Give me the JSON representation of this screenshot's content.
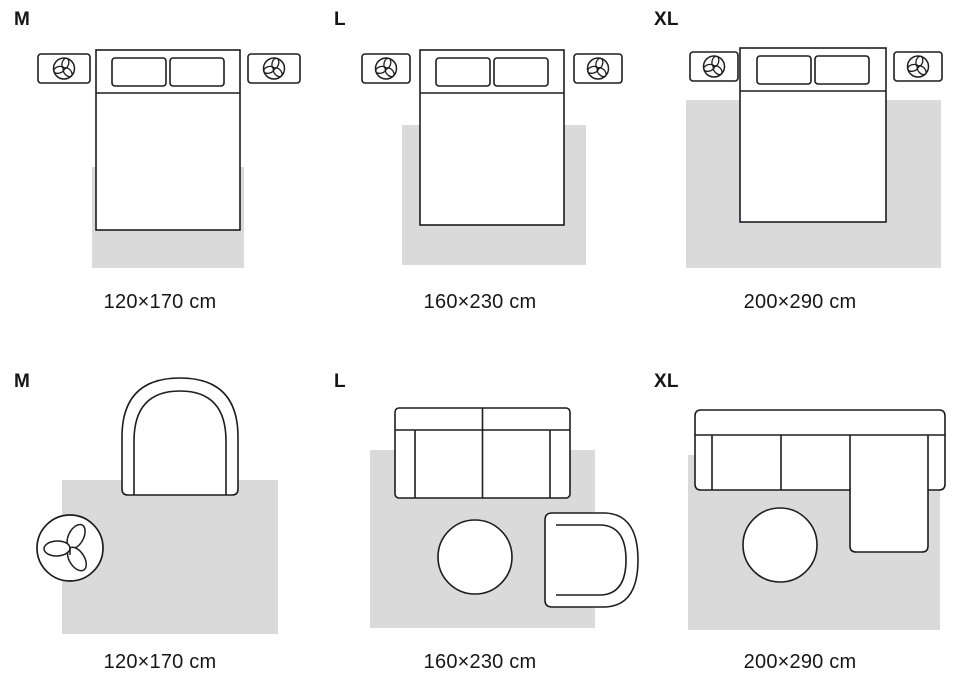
{
  "colors": {
    "background": "#ffffff",
    "rug": "#dadada",
    "outline": "#1d1d1f"
  },
  "icons": {
    "nightstand_plant": "plant-icon",
    "floor_plant": "potted-plant-icon"
  },
  "rows": [
    {
      "name": "bedroom",
      "panels": [
        {
          "label": "M",
          "size": "120×170 cm"
        },
        {
          "label": "L",
          "size": "160×230 cm"
        },
        {
          "label": "XL",
          "size": "200×290 cm"
        }
      ]
    },
    {
      "name": "living-room",
      "panels": [
        {
          "label": "M",
          "size": "120×170 cm"
        },
        {
          "label": "L",
          "size": "160×230 cm"
        },
        {
          "label": "XL",
          "size": "200×290 cm"
        }
      ]
    }
  ]
}
